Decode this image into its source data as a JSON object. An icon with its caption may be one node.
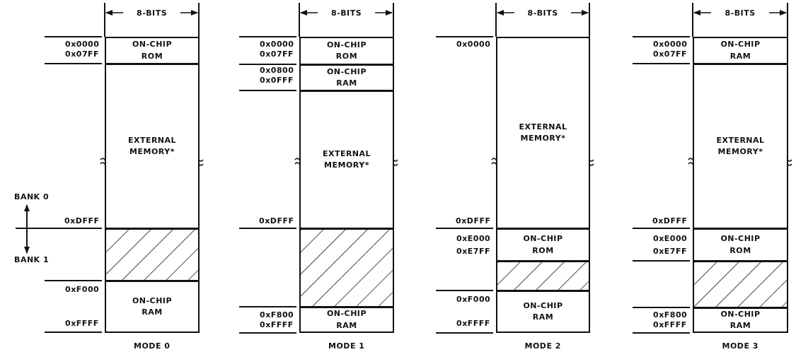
{
  "diagram": {
    "nodes": [
      {
        "text": [
          "ON-CHIP ROM"
        ]
      },
      {
        "text": [
          "EXTERNAL MEMORY*"
        ]
      },
      {
        "text": [],
        "shape": "box"
      },
      {
        "text": [
          "ON-CHIP RAM"
        ]
      },
      {
        "text": [
          "ON-CHIP ROM"
        ]
      },
      {
        "text": [
          "ON-CHIP RAM"
        ]
      },
      {
        "text": [
          "EXTERNAL MEMORY*"
        ]
      },
      {
        "text": [],
        "shape": "box"
      },
      {
        "text": [
          "ON-CHIP RAM"
        ]
      },
      {
        "text": [
          "EXTERNAL MEMORY*"
        ]
      },
      {
        "text": [
          "ON-CHIP ROM"
        ]
      },
      {
        "text": [],
        "shape": "box"
      },
      {
        "text": [
          "ON-CHIP RAM"
        ]
      },
      {
        "text": [
          "ON-CHIP RAM"
        ]
      },
      {
        "text": [
          "EXTERNAL MEMORY*"
        ]
      },
      {
        "text": [
          "ON-CHIP ROM"
        ]
      },
      {
        "text": [],
        "shape": "box"
      },
      {
        "text": [
          "ON-CHIP RAM"
        ]
      }
    ],
    "edges": [],
    "labels": [
      "8-BITS",
      "0x0000",
      "0x07FF",
      "0xDFFF",
      "BANK 0",
      "BANK 1",
      "0xF000",
      "0xFFFF",
      "MODE 0",
      "8-BITS",
      "0x0000",
      "0x07FF",
      "0x0800",
      "0x0FFF",
      "0xDFFF",
      "0xF800",
      "0xFFFF",
      "MODE 1",
      "8-BITS",
      "0x0000",
      "0xDFFF",
      "0xE000",
      "0xE7FF",
      "0xF000",
      "0xFFFF",
      "MODE 2",
      "8-BITS",
      "0x0000",
      "0x07FF",
      "0xDFFF",
      "0xE000",
      "0xE7FF",
      "0xF800",
      "0xFFFF",
      "MODE 3"
    ]
  }
}
